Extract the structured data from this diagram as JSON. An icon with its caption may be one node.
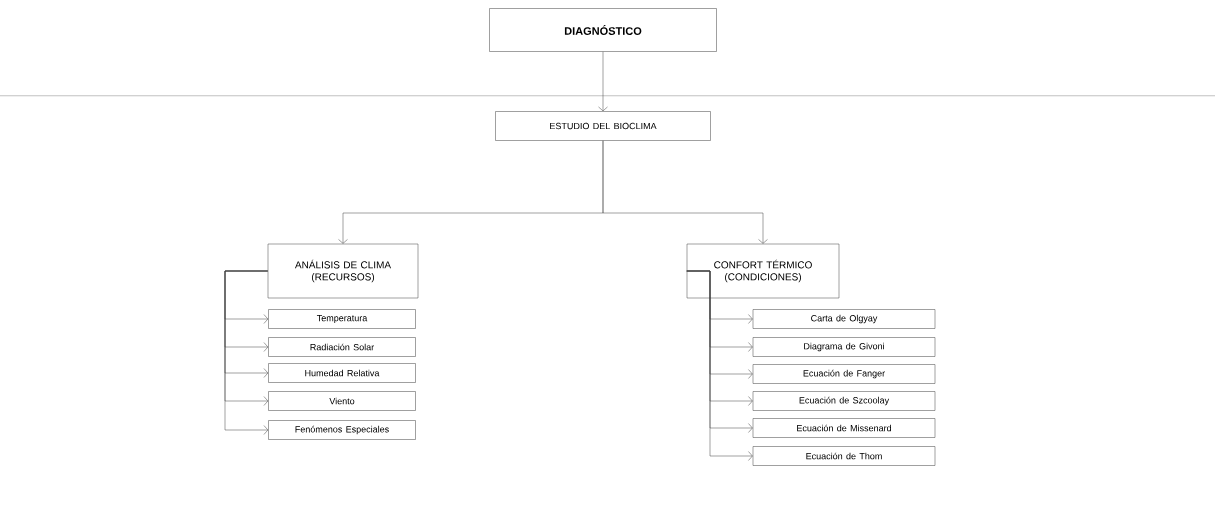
{
  "diagram": {
    "nodes": [
      {
        "text": [
          "DIAGNÓSTICO"
        ]
      },
      {
        "text": [
          "ESTUDIO DEL BIOCLIMA"
        ]
      },
      {
        "text": [
          "ANÁLISIS DE CLIMA (RECURSOS)"
        ]
      },
      {
        "text": [
          "CONFORT TÉRMICO (CONDICIONES)"
        ]
      },
      {
        "text": [
          "Temperatura"
        ]
      },
      {
        "text": [
          "Radiación Solar"
        ]
      },
      {
        "text": [
          "Humedad Relativa"
        ]
      },
      {
        "text": [
          "Viento"
        ]
      },
      {
        "text": [
          "Fenómenos Especiales"
        ]
      },
      {
        "text": [
          "Carta de Olgyay"
        ]
      },
      {
        "text": [
          "Diagrama de Givoni"
        ]
      },
      {
        "text": [
          "Ecuación de Fanger"
        ]
      },
      {
        "text": [
          "Ecuación de Szcoolay"
        ]
      },
      {
        "text": [
          "Ecuación de Missenard"
        ]
      },
      {
        "text": [
          "Ecuación de Thom"
        ]
      }
    ],
    "edges": [
      {
        "from": 0,
        "to": 1,
        "arrow": "to"
      },
      {
        "from": 1,
        "to": 2,
        "arrow": "to"
      },
      {
        "from": 1,
        "to": 3,
        "arrow": "to"
      },
      {
        "from": 2,
        "to": 4,
        "arrow": "to"
      },
      {
        "from": 2,
        "to": 5,
        "arrow": "to"
      },
      {
        "from": 2,
        "to": 6,
        "arrow": "to"
      },
      {
        "from": 2,
        "to": 7,
        "arrow": "to"
      },
      {
        "from": 2,
        "to": 8,
        "arrow": "to"
      },
      {
        "from": 3,
        "to": 9,
        "arrow": "to"
      },
      {
        "from": 3,
        "to": 10,
        "arrow": "to"
      },
      {
        "from": 3,
        "to": 11,
        "arrow": "to"
      },
      {
        "from": 3,
        "to": 12,
        "arrow": "to"
      },
      {
        "from": 3,
        "to": 13,
        "arrow": "to"
      },
      {
        "from": 3,
        "to": 14,
        "arrow": "to"
      }
    ]
  }
}
